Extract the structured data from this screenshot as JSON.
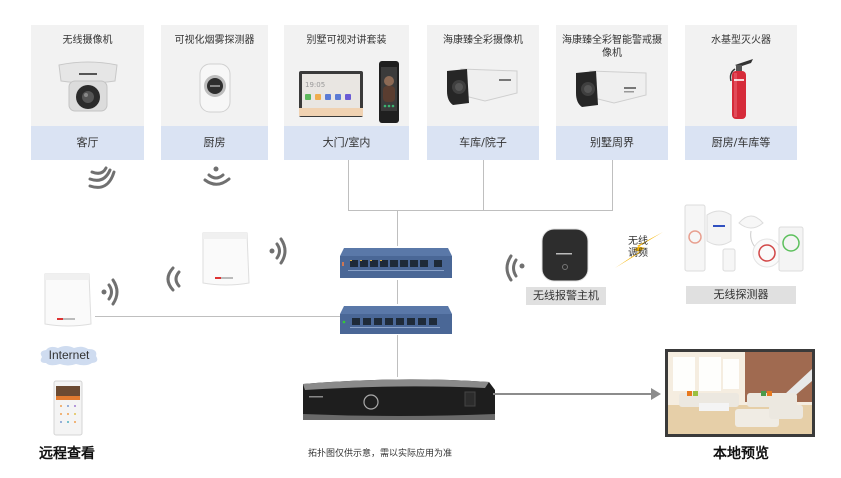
{
  "devices": [
    {
      "name": "无线摄像机",
      "location": "客厅",
      "icon": "dome-camera-icon"
    },
    {
      "name": "可视化烟雾探测器",
      "location": "厨房",
      "icon": "smoke-detector-icon"
    },
    {
      "name": "别墅可视对讲套装",
      "location": "大门/室内",
      "icon": "video-intercom-icon"
    },
    {
      "name": "海康臻全彩摄像机",
      "location": "车库/院子",
      "icon": "bullet-camera-icon"
    },
    {
      "name": "海康臻全彩智能警戒摄像机",
      "location": "别墅周界",
      "icon": "smart-bullet-camera-icon"
    },
    {
      "name": "水基型灭火器",
      "location": "厨房/车库等",
      "icon": "fire-extinguisher-icon"
    }
  ],
  "alarm_host": {
    "label": "无线报警主机"
  },
  "wireless_link": {
    "label_line1": "无线",
    "label_line2": "调频"
  },
  "detectors": {
    "label": "无线探测器"
  },
  "internet": {
    "label": "Internet"
  },
  "remote": {
    "label": "远程查看"
  },
  "local": {
    "label": "本地预览"
  },
  "note": "拓扑图仅供示意，需以实际应用为准",
  "colors": {
    "card_bg": "#f2f2f2",
    "location_bg": "#dae3f3",
    "line": "#bfbfbf",
    "switch": "#4a6a9a",
    "lightning": "#f5b300"
  }
}
